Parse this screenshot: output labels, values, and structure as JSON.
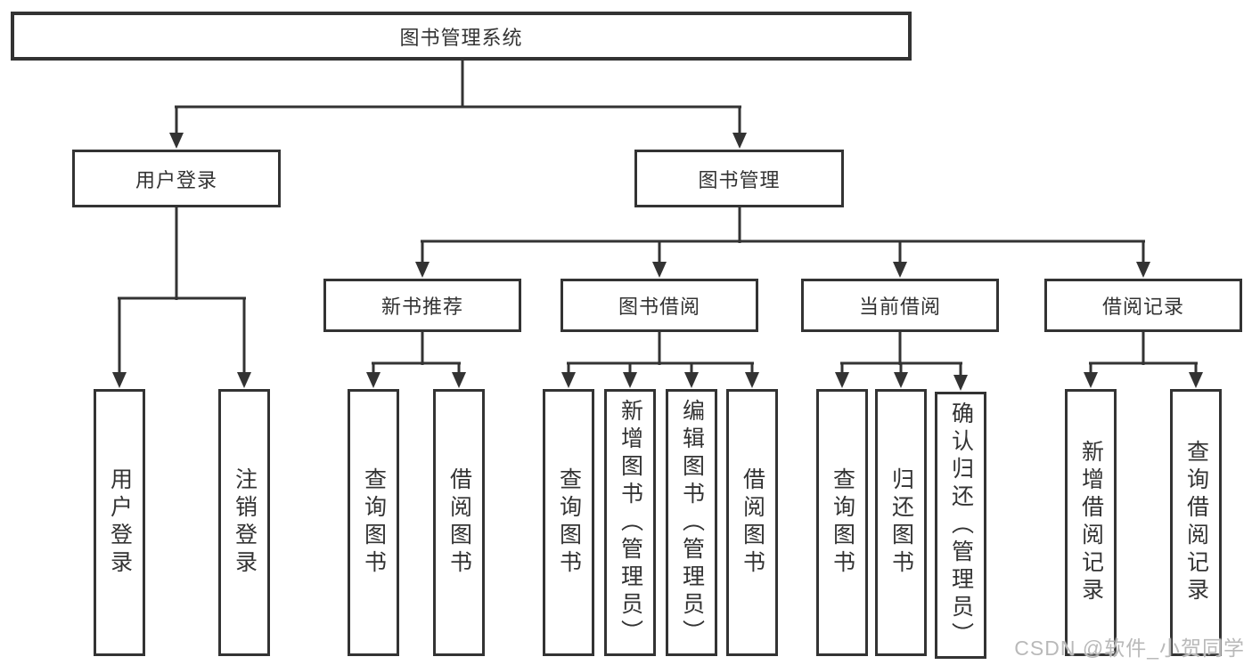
{
  "tree": {
    "label": "图书管理系统",
    "children": [
      {
        "label": "用户登录",
        "children": [
          {
            "label": "用户登录"
          },
          {
            "label": "注销登录"
          }
        ]
      },
      {
        "label": "图书管理",
        "children": [
          {
            "label": "新书推荐",
            "children": [
              {
                "label": "查询图书"
              },
              {
                "label": "借阅图书"
              }
            ]
          },
          {
            "label": "图书借阅",
            "children": [
              {
                "label": "查询图书"
              },
              {
                "label": "新增图书（管理员）"
              },
              {
                "label": "编辑图书（管理员）"
              },
              {
                "label": "借阅图书"
              }
            ]
          },
          {
            "label": "当前借阅",
            "children": [
              {
                "label": "查询图书"
              },
              {
                "label": "归还图书"
              },
              {
                "label": "确认归还（管理员）"
              }
            ]
          },
          {
            "label": "借阅记录",
            "children": [
              {
                "label": "新增借阅记录"
              },
              {
                "label": "查询借阅记录"
              }
            ]
          }
        ]
      }
    ]
  },
  "watermark": {
    "text": "CSDN @软件_小贺同学"
  },
  "colors": {
    "line": "#333333",
    "box_border": "#333333",
    "text": "#333333",
    "watermark": "#b9b9b9"
  }
}
